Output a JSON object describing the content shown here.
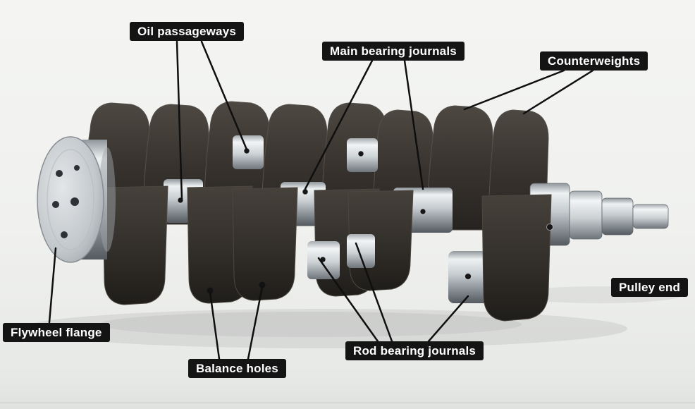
{
  "diagram": {
    "subject": "crankshaft-components",
    "labels": [
      {
        "id": "oil-passageways",
        "text": "Oil passageways"
      },
      {
        "id": "main-bearing-journals",
        "text": "Main bearing journals"
      },
      {
        "id": "counterweights",
        "text": "Counterweights"
      },
      {
        "id": "flywheel-flange",
        "text": "Flywheel flange"
      },
      {
        "id": "balance-holes",
        "text": "Balance holes"
      },
      {
        "id": "rod-bearing-journals",
        "text": "Rod bearing journals"
      },
      {
        "id": "pulley-end",
        "text": "Pulley end"
      }
    ],
    "colors": {
      "label_bg": "#141414",
      "label_text": "#ffffff",
      "background": "#f1f2f0",
      "steel": "#c6ccd0",
      "iron": "#35312d",
      "leader_line": "#0f0f0f"
    }
  }
}
